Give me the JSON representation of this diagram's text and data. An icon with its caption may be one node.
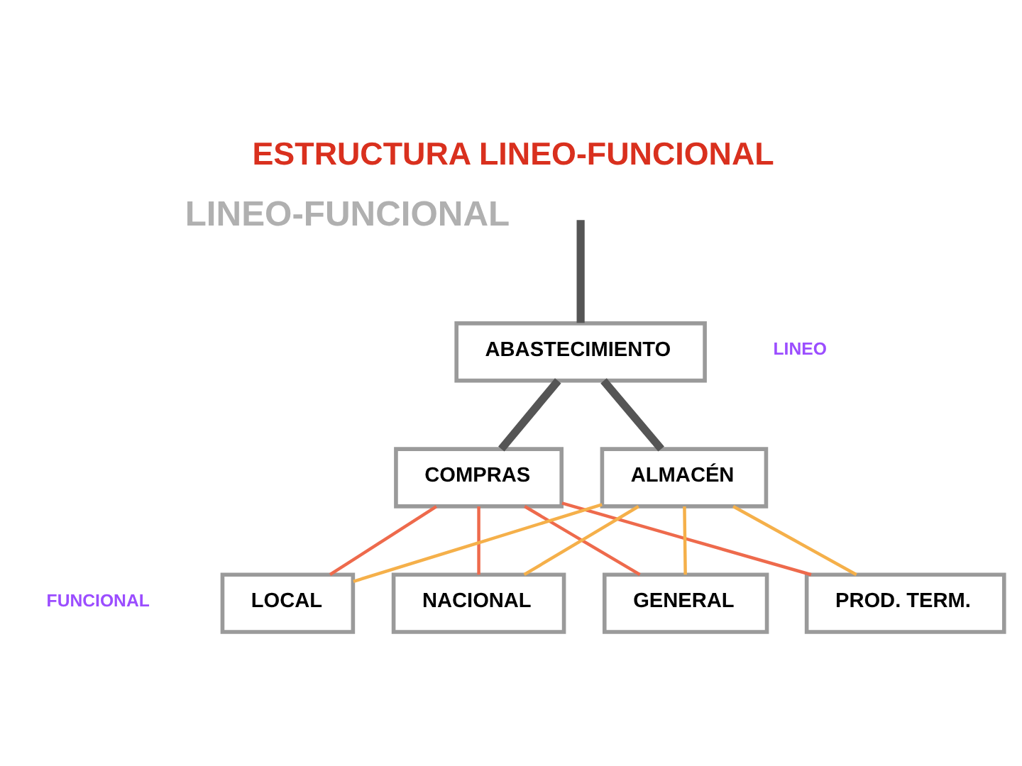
{
  "diagram": {
    "title": "ESTRUCTURA LINEO-FUNCIONAL",
    "nodes": [
      {
        "text": [
          "ABASTECIMIENTO"
        ]
      },
      {
        "text": [
          "COMPRAS"
        ]
      },
      {
        "text": [
          "ALMACÉN"
        ]
      },
      {
        "text": [
          "LOCAL"
        ]
      },
      {
        "text": [
          "NACIONAL"
        ]
      },
      {
        "text": [
          "GENERAL"
        ]
      },
      {
        "text": [
          "PROD. TERM."
        ]
      }
    ],
    "edges": [
      {
        "from": null,
        "to": 0,
        "arrow": "none",
        "style": "thick",
        "color": "#555555"
      },
      {
        "from": 0,
        "to": 1,
        "arrow": "none",
        "style": "thick",
        "color": "#555555"
      },
      {
        "from": 0,
        "to": 2,
        "arrow": "none",
        "style": "thick",
        "color": "#555555"
      },
      {
        "from": 1,
        "to": 3,
        "arrow": "none",
        "color": "#ee6a4c"
      },
      {
        "from": 1,
        "to": 4,
        "arrow": "none",
        "color": "#ee6a4c"
      },
      {
        "from": 1,
        "to": 5,
        "arrow": "none",
        "color": "#ee6a4c"
      },
      {
        "from": 1,
        "to": 6,
        "arrow": "none",
        "color": "#ee6a4c"
      },
      {
        "from": 2,
        "to": 3,
        "arrow": "none",
        "color": "#f5b04a"
      },
      {
        "from": 2,
        "to": 4,
        "arrow": "none",
        "color": "#f5b04a"
      },
      {
        "from": 2,
        "to": 5,
        "arrow": "none",
        "color": "#f5b04a"
      },
      {
        "from": 2,
        "to": 6,
        "arrow": "none",
        "color": "#f5b04a"
      }
    ],
    "labels": [
      "LINEO-FUNCIONAL",
      "LINEO",
      "FUNCIONAL"
    ]
  }
}
